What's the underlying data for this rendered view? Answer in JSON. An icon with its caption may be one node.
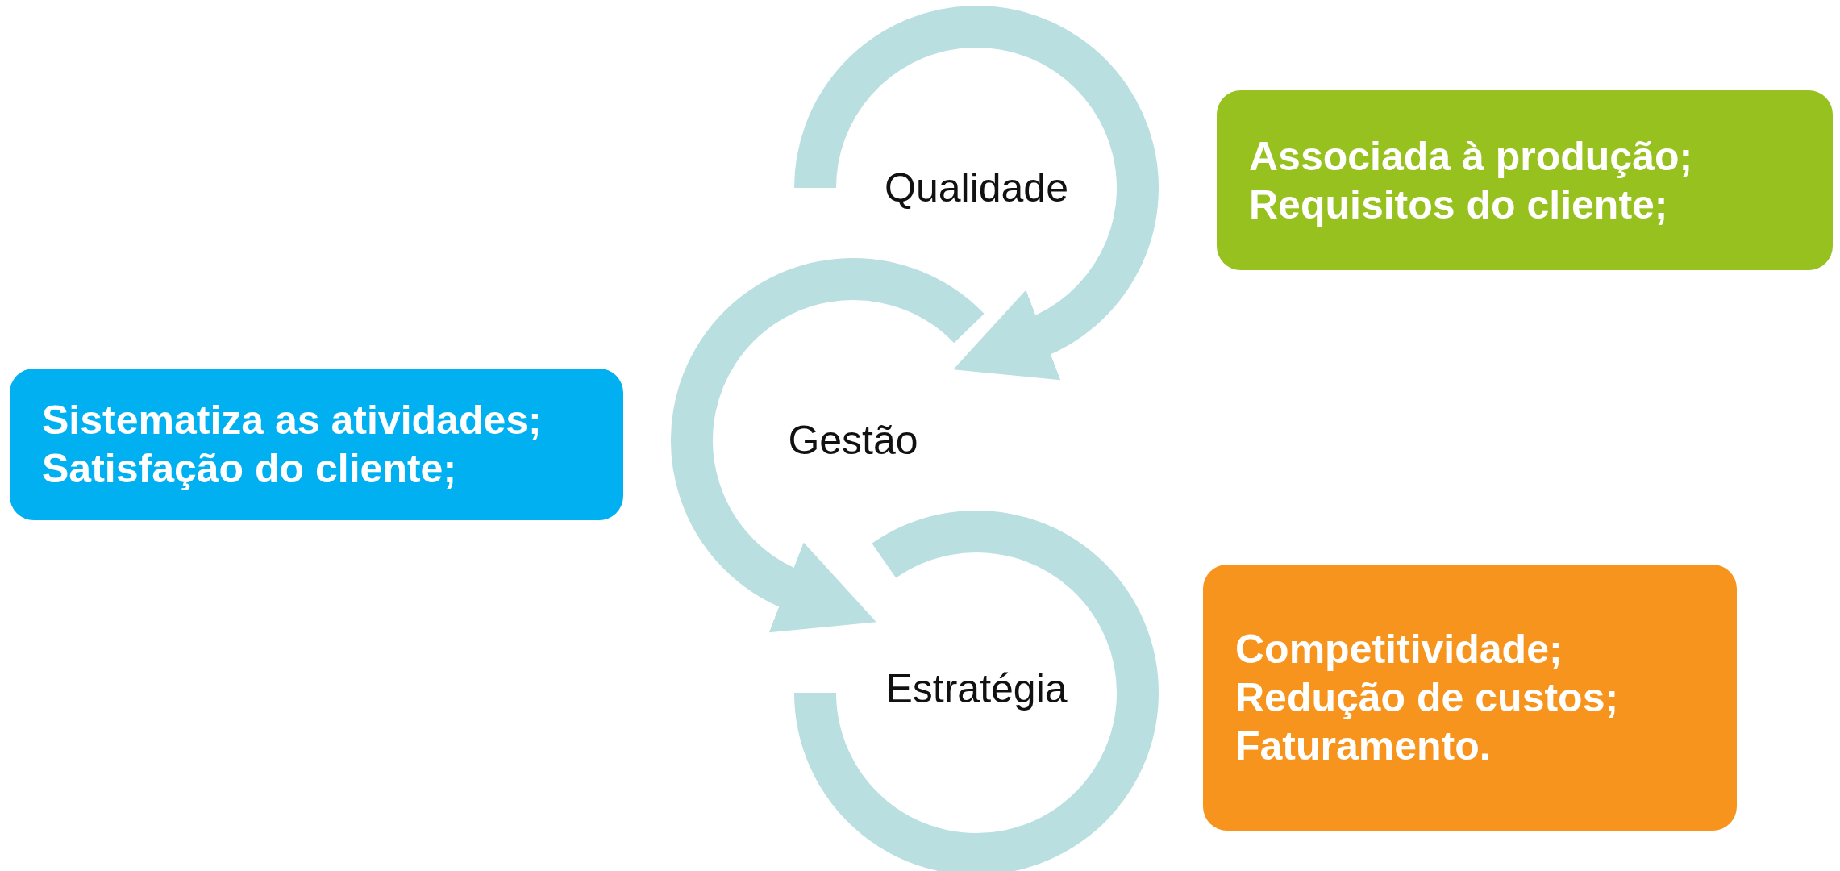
{
  "diagram": {
    "nodes": [
      {
        "text": [
          "Associada à produção;",
          "Requisitos do cliente;"
        ]
      },
      {
        "text": [
          "Qualidade"
        ]
      },
      {
        "text": [
          "Sistematiza as atividades;",
          "Satisfação do cliente;"
        ]
      },
      {
        "text": [
          "Gestão"
        ]
      },
      {
        "text": [
          "Estratégia"
        ]
      },
      {
        "text": [
          "Competitividade;",
          "Redução de custos;",
          "Faturamento."
        ]
      }
    ]
  }
}
